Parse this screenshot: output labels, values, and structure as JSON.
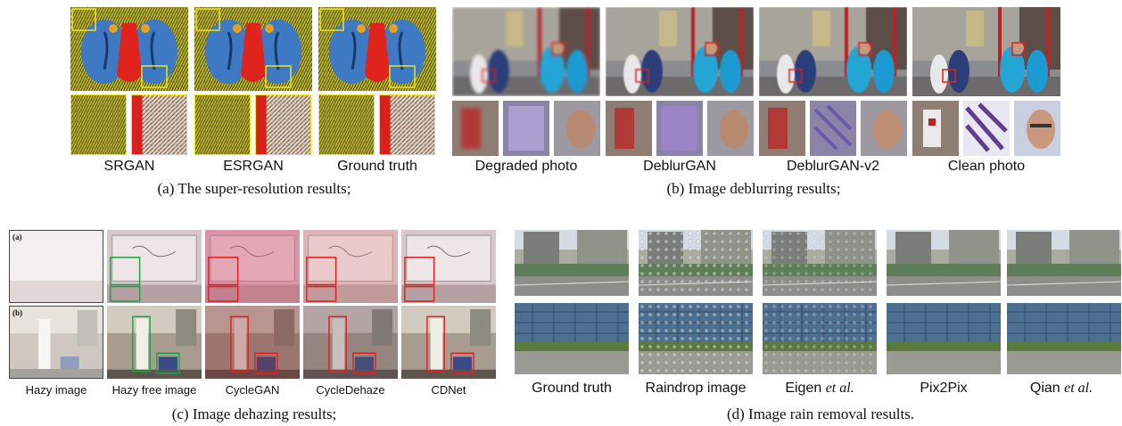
{
  "panel_a": {
    "labels": [
      "SRGAN",
      "ESRGAN",
      "Ground truth"
    ],
    "caption": "(a) The super-resolution results;"
  },
  "panel_b": {
    "labels": [
      "Degraded photo",
      "DeblurGAN",
      "DeblurGAN-v2",
      "Clean photo"
    ],
    "caption": "(b) Image deblurring results;"
  },
  "panel_c": {
    "row_tags": [
      "(a)",
      "(b)"
    ],
    "labels": [
      "Hazy image",
      "Hazy free image",
      "CycleGAN",
      "CycleDehaze",
      "CDNet"
    ],
    "caption": "(c) Image dehazing results;"
  },
  "panel_d": {
    "labels": [
      {
        "main": "Ground truth",
        "suffix": ""
      },
      {
        "main": "Raindrop image",
        "suffix": ""
      },
      {
        "main": "Eigen ",
        "suffix": "et al."
      },
      {
        "main": "Pix2Pix",
        "suffix": ""
      },
      {
        "main": "Qian ",
        "suffix": "et al."
      }
    ],
    "caption": "(d) Image rain removal results."
  }
}
